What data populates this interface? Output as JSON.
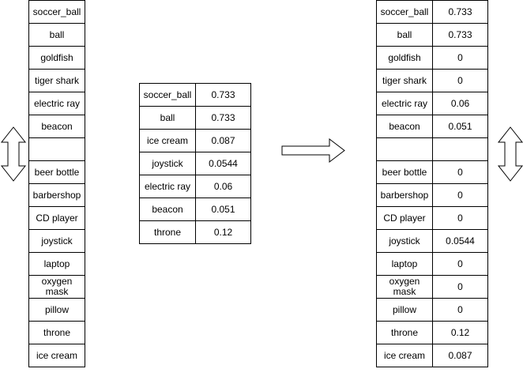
{
  "left_table": {
    "rows": [
      {
        "label": "soccer_ball"
      },
      {
        "label": "ball"
      },
      {
        "label": "goldfish"
      },
      {
        "label": "tiger shark"
      },
      {
        "label": "electric ray"
      },
      {
        "label": "beacon"
      },
      {
        "label": ""
      },
      {
        "label": "beer bottle"
      },
      {
        "label": "barbershop"
      },
      {
        "label": "CD player"
      },
      {
        "label": "joystick"
      },
      {
        "label": "laptop"
      },
      {
        "label": "oxygen mask"
      },
      {
        "label": "pillow"
      },
      {
        "label": "throne"
      },
      {
        "label": "ice cream"
      }
    ]
  },
  "middle_table": {
    "rows": [
      {
        "label": "soccer_ball",
        "value": "0.733"
      },
      {
        "label": "ball",
        "value": "0.733"
      },
      {
        "label": "ice cream",
        "value": "0.087"
      },
      {
        "label": "joystick",
        "value": "0.0544"
      },
      {
        "label": "electric ray",
        "value": "0.06"
      },
      {
        "label": "beacon",
        "value": "0.051"
      },
      {
        "label": "throne",
        "value": "0.12"
      }
    ]
  },
  "right_table": {
    "rows": [
      {
        "label": "soccer_ball",
        "value": "0.733"
      },
      {
        "label": "ball",
        "value": "0.733"
      },
      {
        "label": "goldfish",
        "value": "0"
      },
      {
        "label": "tiger shark",
        "value": "0"
      },
      {
        "label": "electric ray",
        "value": "0.06"
      },
      {
        "label": "beacon",
        "value": "0.051"
      },
      {
        "label": "",
        "value": ""
      },
      {
        "label": "beer bottle",
        "value": "0"
      },
      {
        "label": "barbershop",
        "value": "0"
      },
      {
        "label": "CD player",
        "value": "0"
      },
      {
        "label": "joystick",
        "value": "0.0544"
      },
      {
        "label": "laptop",
        "value": "0"
      },
      {
        "label": "oxygen mask",
        "value": "0"
      },
      {
        "label": "pillow",
        "value": "0"
      },
      {
        "label": "throne",
        "value": "0.12"
      },
      {
        "label": "ice cream",
        "value": "0.087"
      }
    ]
  },
  "icons": {
    "left_scroll": "up-down-arrow-icon",
    "middle_arrow": "right-arrow-icon",
    "right_scroll": "up-down-arrow-icon"
  }
}
